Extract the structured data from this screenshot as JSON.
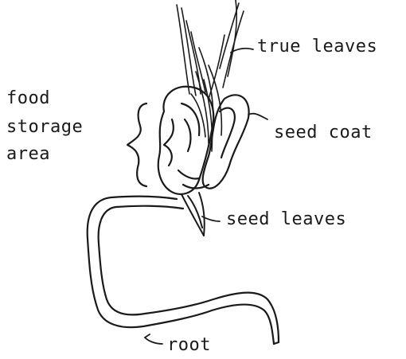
{
  "labels": {
    "true_leaves": "true leaves",
    "seed_coat": "seed coat",
    "food_storage_line1": "food",
    "food_storage_line2": "storage",
    "food_storage_line3": "area",
    "seed_leaves": "seed leaves",
    "root": "root"
  }
}
